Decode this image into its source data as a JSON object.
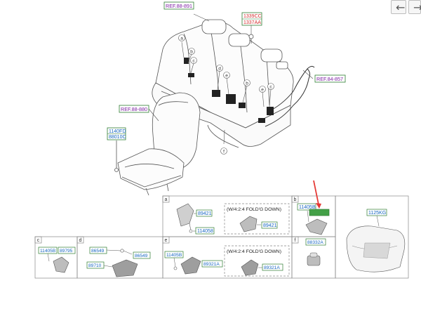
{
  "nav": {
    "back_glyph": "←",
    "forward_glyph": "→"
  },
  "refs": {
    "top": "REF.88-891",
    "right": "REF.84-857",
    "left": "REF.88-880"
  },
  "part_numbers": {
    "bolt_upper": "1339CC",
    "bolt_lower": "1337AA",
    "clip_upper": "1140FD",
    "clip_lower": "88010C",
    "a_part_1": "89421",
    "a_part_2": "114058",
    "a_foldg_part": "89421",
    "b_part_1": "11405B",
    "c_part_1": "11405B",
    "c_part_2": "89795",
    "d_part_1": "86549",
    "d_part_2": "86549",
    "d_part_3": "89710",
    "e_part_1": "11405B",
    "e_part_2": "89321A",
    "e_foldg_part": "89321A",
    "f_part_1": "88332A",
    "cushion_part": "1125KG"
  },
  "callouts": [
    "a",
    "b",
    "c",
    "d",
    "e",
    "f"
  ],
  "panels": {
    "a": {
      "letter": "a",
      "note": "(W/4:2:4 FOLD'G DOWN)"
    },
    "b": {
      "letter": "b"
    },
    "c": {
      "letter": "c"
    },
    "d": {
      "letter": "d"
    },
    "e": {
      "letter": "e",
      "note": "(W/4:2:4 FOLD'G DOWN)"
    },
    "f": {
      "letter": "f"
    }
  },
  "colors": {
    "ref_text": "#7b1fa2",
    "partno_text": "#1565c0",
    "bolt_text": "#d32f2f",
    "label_border": "#2e7d32",
    "highlight_fill": "#43a047",
    "arrow": "#e53935",
    "line": "#555555"
  }
}
